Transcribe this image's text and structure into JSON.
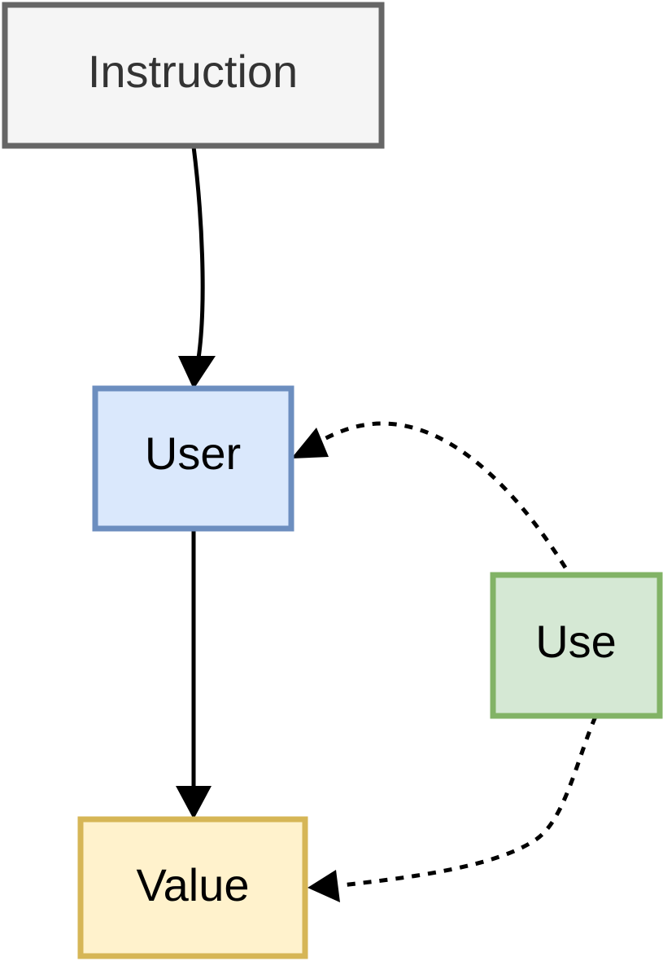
{
  "nodes": {
    "instruction": {
      "label": "Instruction",
      "fill": "#f5f5f5",
      "stroke": "#666666",
      "text_color": "#333333"
    },
    "user": {
      "label": "User",
      "fill": "#dae8fc",
      "stroke": "#6c8ebf",
      "text_color": "#000000"
    },
    "use": {
      "label": "Use",
      "fill": "#d5e8d4",
      "stroke": "#82b366",
      "text_color": "#000000"
    },
    "value": {
      "label": "Value",
      "fill": "#fff2cc",
      "stroke": "#d6b656",
      "text_color": "#000000"
    }
  },
  "edges": [
    {
      "from": "instruction",
      "to": "user",
      "style": "solid"
    },
    {
      "from": "user",
      "to": "value",
      "style": "solid"
    },
    {
      "from": "use",
      "to": "user",
      "style": "dotted"
    },
    {
      "from": "use",
      "to": "value",
      "style": "dotted"
    }
  ]
}
